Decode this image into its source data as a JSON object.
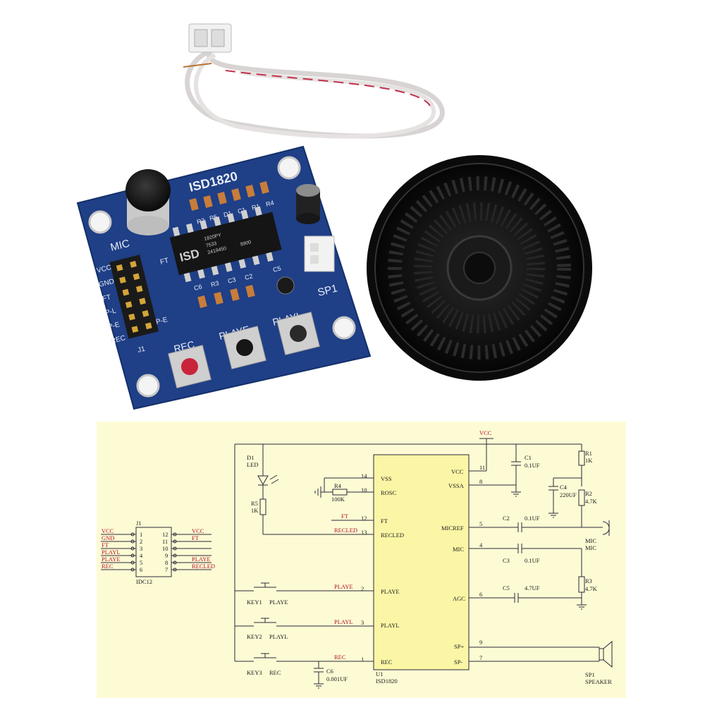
{
  "board": {
    "title": "ISD1820",
    "mic": "MIC",
    "ft": "FT",
    "pe": "P-E",
    "sp1": "SP1",
    "j1": "J1",
    "rec": "REC",
    "playe": "PLAYE",
    "playl": "PLAYL",
    "header_pins": [
      "VCC",
      "GND",
      "FT",
      "P-L",
      "P-E",
      "REC"
    ],
    "parts": [
      "R2",
      "R5",
      "D1",
      "C1",
      "R1",
      "R4",
      "C6",
      "R3",
      "C3",
      "C2",
      "C5"
    ],
    "chip_marks": [
      "ISD",
      "1820PY",
      "7533",
      "2419450",
      "8900"
    ]
  },
  "schematic": {
    "vcc": "VCC",
    "d1": "D1",
    "led": "LED",
    "r5": "R5",
    "r5_val": "1K",
    "r4": "R4",
    "r4_val": "100K",
    "c1": "C1",
    "c1_val": "0.1UF",
    "r1": "R1",
    "r1_val": "1K",
    "c4": "C4",
    "c4_val": "220UF",
    "r2": "R2",
    "r2_val": "4.7K",
    "c2": "C2",
    "c2_val": "0.1UF",
    "c3": "C3",
    "c3_val": "0.1UF",
    "r3": "R3",
    "r3_val": "4.7K",
    "c5": "C5",
    "c5_val": "4.7UF",
    "c6": "C6",
    "c6_val": "0.001UF",
    "mic_a": "MIC",
    "mic_b": "MIC",
    "sp1": "SP1",
    "speaker": "SPEAKER",
    "u1": "U1",
    "u1_part": "ISD1820",
    "j1": "J1",
    "j1_part": "IDC12",
    "j1_left": [
      "VCC",
      "GND",
      "FT",
      "PLAYL",
      "PLAYE",
      "REC"
    ],
    "j1_left_pins": [
      "1",
      "2",
      "3",
      "4",
      "5",
      "6"
    ],
    "j1_right": [
      "VCC",
      "FT",
      "",
      "PLAYE",
      "RECLED",
      ""
    ],
    "j1_right_pins": [
      "12",
      "11",
      "10",
      "9",
      "8",
      "7"
    ],
    "ic_left": [
      "VSS",
      "ROSC",
      "FT",
      "RECLED",
      "PLAYE",
      "PLAYL",
      "REC"
    ],
    "ic_left_pins": [
      "14",
      "10",
      "12",
      "13",
      "2",
      "3",
      "1"
    ],
    "ic_right": [
      "VCC",
      "VSSA",
      "MICREF",
      "MIC",
      "AGC",
      "SP+",
      "SP-"
    ],
    "ic_right_pins": [
      "11",
      "8",
      "5",
      "4",
      "6",
      "9",
      "7"
    ],
    "net_ft": "FT",
    "net_recled": "RECLED",
    "net_playe": "PLAYE",
    "net_playl": "PLAYL",
    "net_rec": "REC",
    "key1": "KEY1",
    "key1_name": "PLAYE",
    "key2": "KEY2",
    "key2_name": "PLAYL",
    "key3": "KEY3",
    "key3_name": "REC"
  },
  "colors": {
    "pcb": "#1f3f86",
    "schematic_bg": "#fdfbd4",
    "ic_fill": "#fbf6a6",
    "net_red": "#b0102a"
  }
}
